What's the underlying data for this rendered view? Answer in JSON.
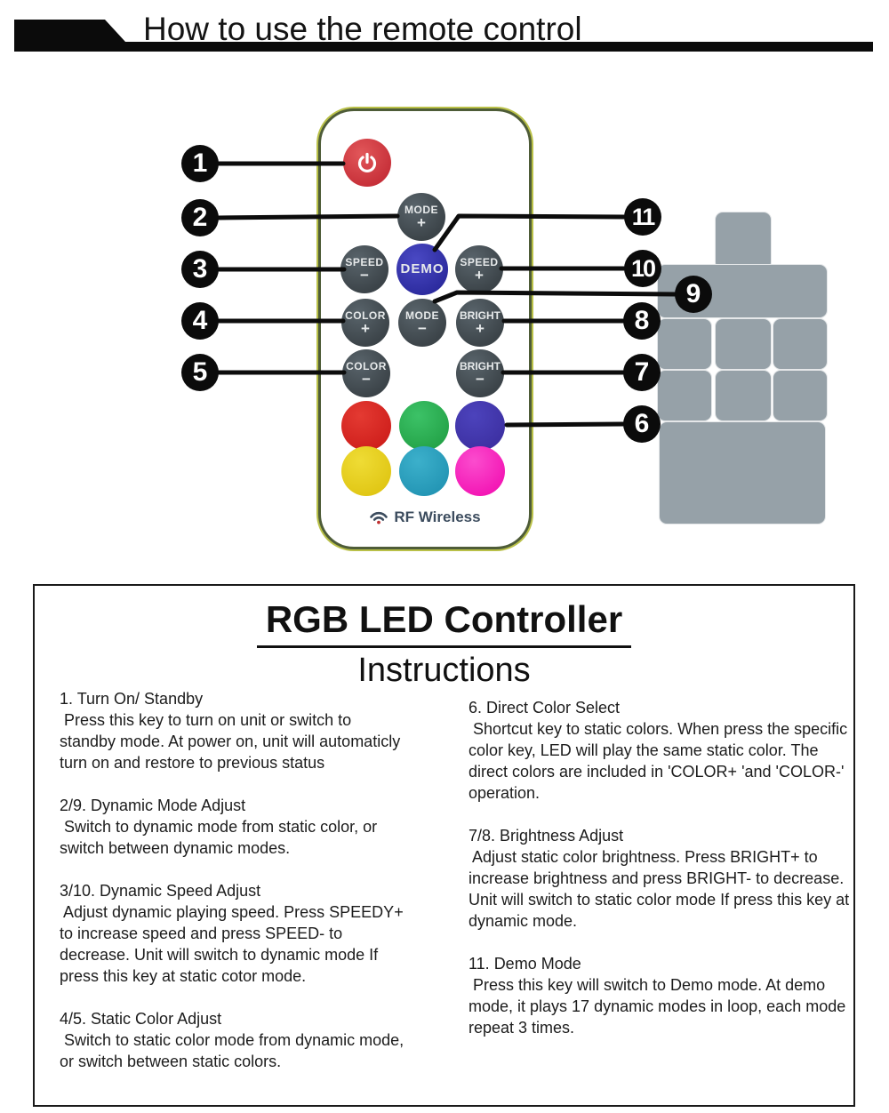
{
  "header": {
    "title": "How to use the remote control"
  },
  "remote": {
    "brand": "RF Wireless",
    "buttons": {
      "power": {
        "icon": "power-icon",
        "hex": "#c62f38"
      },
      "mode_plus": {
        "label": "MODE",
        "sign": "+"
      },
      "speed_minus": {
        "label": "SPEED",
        "sign": "−"
      },
      "demo": {
        "label": "DEMO"
      },
      "speed_plus": {
        "label": "SPEED",
        "sign": "+"
      },
      "color_plus": {
        "label": "COLOR",
        "sign": "+"
      },
      "mode_minus": {
        "label": "MODE",
        "sign": "−"
      },
      "bright_plus": {
        "label": "BRIGHT",
        "sign": "+"
      },
      "color_minus": {
        "label": "COLOR",
        "sign": "−"
      },
      "white": {
        "label": ""
      },
      "bright_minus": {
        "label": "BRIGHT",
        "sign": "−"
      }
    },
    "color_buttons": [
      {
        "name": "red",
        "hex": "#cf1f1c"
      },
      {
        "name": "green",
        "hex": "#24a348"
      },
      {
        "name": "blue",
        "hex": "#3d30a2"
      },
      {
        "name": "yellow",
        "hex": "#e0c614"
      },
      {
        "name": "cyan",
        "hex": "#2395b4"
      },
      {
        "name": "magenta",
        "hex": "#f315b4"
      }
    ],
    "body_hex": "#ffffff",
    "pad_hex": "#96a1a8",
    "demo_hex": "#2c2b9e"
  },
  "callouts": {
    "left": [
      "1",
      "2",
      "3",
      "4",
      "5"
    ],
    "right": [
      "11",
      "10",
      "9",
      "8",
      "7",
      "6"
    ]
  },
  "panel": {
    "title": "RGB LED Controller",
    "subtitle": "Instructions",
    "left_sections": [
      {
        "heading": "1. Turn On/ Standby",
        "lines": [
          " Press this key to turn on unit or switch to",
          "standby mode. At power on, unit will automaticly",
          "turn on and restore to previous status"
        ]
      },
      {
        "heading": "2/9. Dynamic Mode Adjust",
        "lines": [
          " Switch to dynamic mode from static color, or",
          "switch between dynamic modes."
        ]
      },
      {
        "heading": "3/10. Dynamic Speed Adjust",
        "lines": [
          " Adjust dynamic playing speed. Press SPEEDY+",
          "to increase speed and press SPEED- to",
          "decrease. Unit will switch to dynamic mode If",
          "press this key at static cotor mode."
        ]
      },
      {
        "heading": "4/5. Static Color Adjust",
        "lines": [
          " Switch to static color mode from dynamic mode,",
          "or switch between static colors."
        ]
      }
    ],
    "right_sections": [
      {
        "heading": "6. Direct Color Select",
        "lines": [
          " Shortcut key to static colors. When press the specific",
          "color key, LED will play the same static color. The",
          "direct colors are included in 'COLOR+ 'and 'COLOR-'",
          "operation."
        ]
      },
      {
        "heading": "7/8. Brightness Adjust",
        "lines": [
          " Adjust static color brightness. Press BRIGHT+ to",
          "increase brightness and press BRIGHT- to decrease.",
          "Unit will switch to static color mode If press this key at",
          "dynamic mode."
        ]
      },
      {
        "heading": "11. Demo Mode",
        "lines": [
          " Press this key will switch to Demo mode. At demo",
          "mode, it plays 17 dynamic modes in loop, each mode",
          "repeat 3 times."
        ]
      }
    ]
  }
}
